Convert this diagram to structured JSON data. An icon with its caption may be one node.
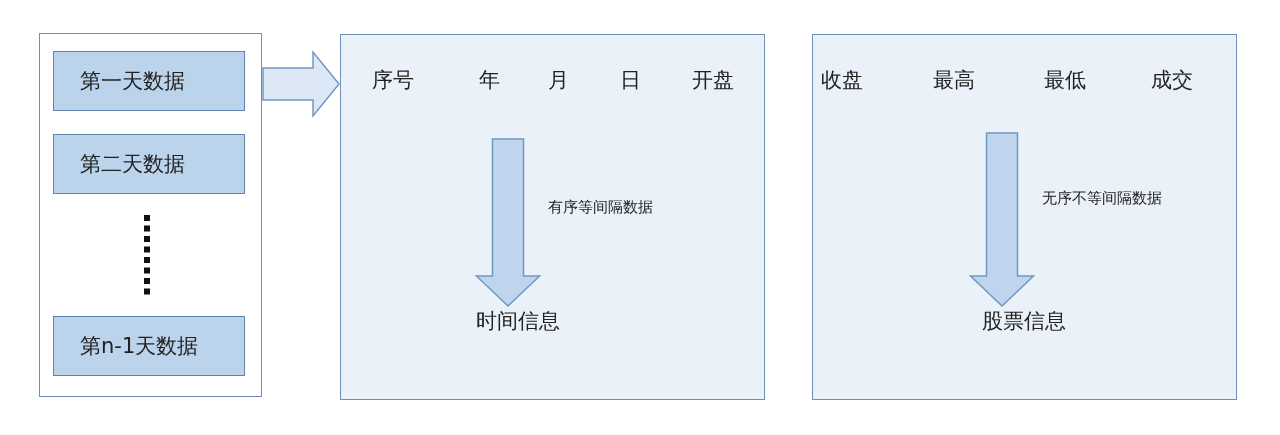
{
  "diagram": {
    "nodes": [
      {
        "text": [],
        "shape": "box"
      },
      {
        "text": [
          "第一天数据"
        ],
        "in": 0
      },
      {
        "text": [
          "第二天数据"
        ],
        "in": 0
      },
      {
        "text": [
          "第n-1天数据"
        ],
        "in": 0
      },
      {
        "text": [],
        "shape": "box"
      },
      {
        "text": [
          "时间信息"
        ],
        "in": 4
      },
      {
        "text": [],
        "shape": "box"
      },
      {
        "text": [
          "股票信息"
        ],
        "in": 6
      }
    ],
    "edges": [
      {
        "from": 0,
        "to": 4,
        "arrow": "to"
      },
      {
        "from": null,
        "to": 5,
        "arrow": "to",
        "label": "有序等间隔数据"
      },
      {
        "from": null,
        "to": 7,
        "arrow": "to",
        "label": "无序不等间隔数据"
      }
    ],
    "labels": [
      "序号",
      "年",
      "月",
      "日",
      "开盘",
      "收盘",
      "最高",
      "最低",
      "成交"
    ]
  }
}
